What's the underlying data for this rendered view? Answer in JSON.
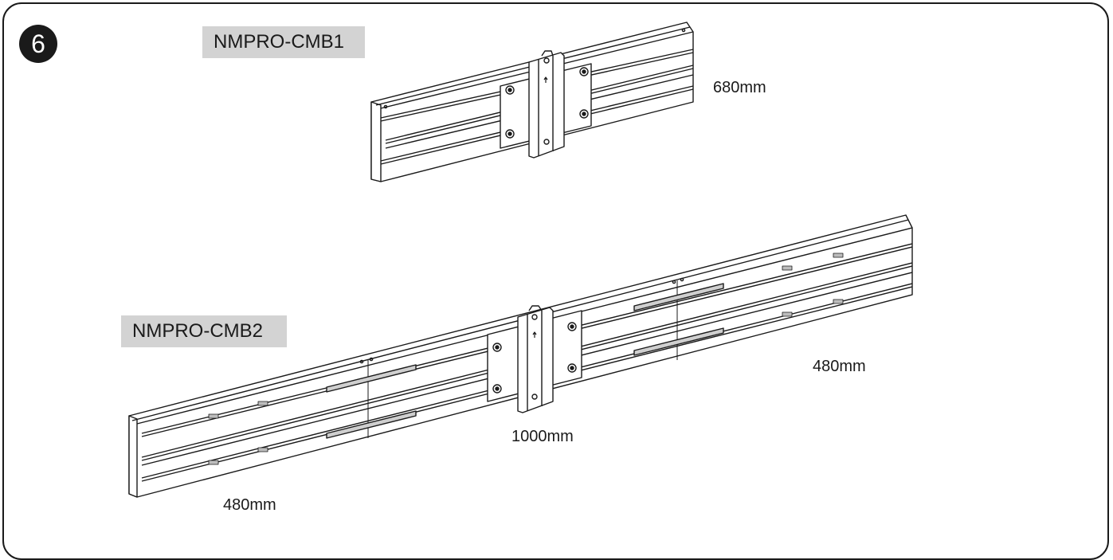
{
  "step": {
    "number": "6"
  },
  "products": [
    {
      "model": "NMPRO-CMB1",
      "dimensions": [
        "680mm"
      ]
    },
    {
      "model": "NMPRO-CMB2",
      "dimensions": [
        "480mm",
        "1000mm",
        "480mm"
      ]
    }
  ]
}
